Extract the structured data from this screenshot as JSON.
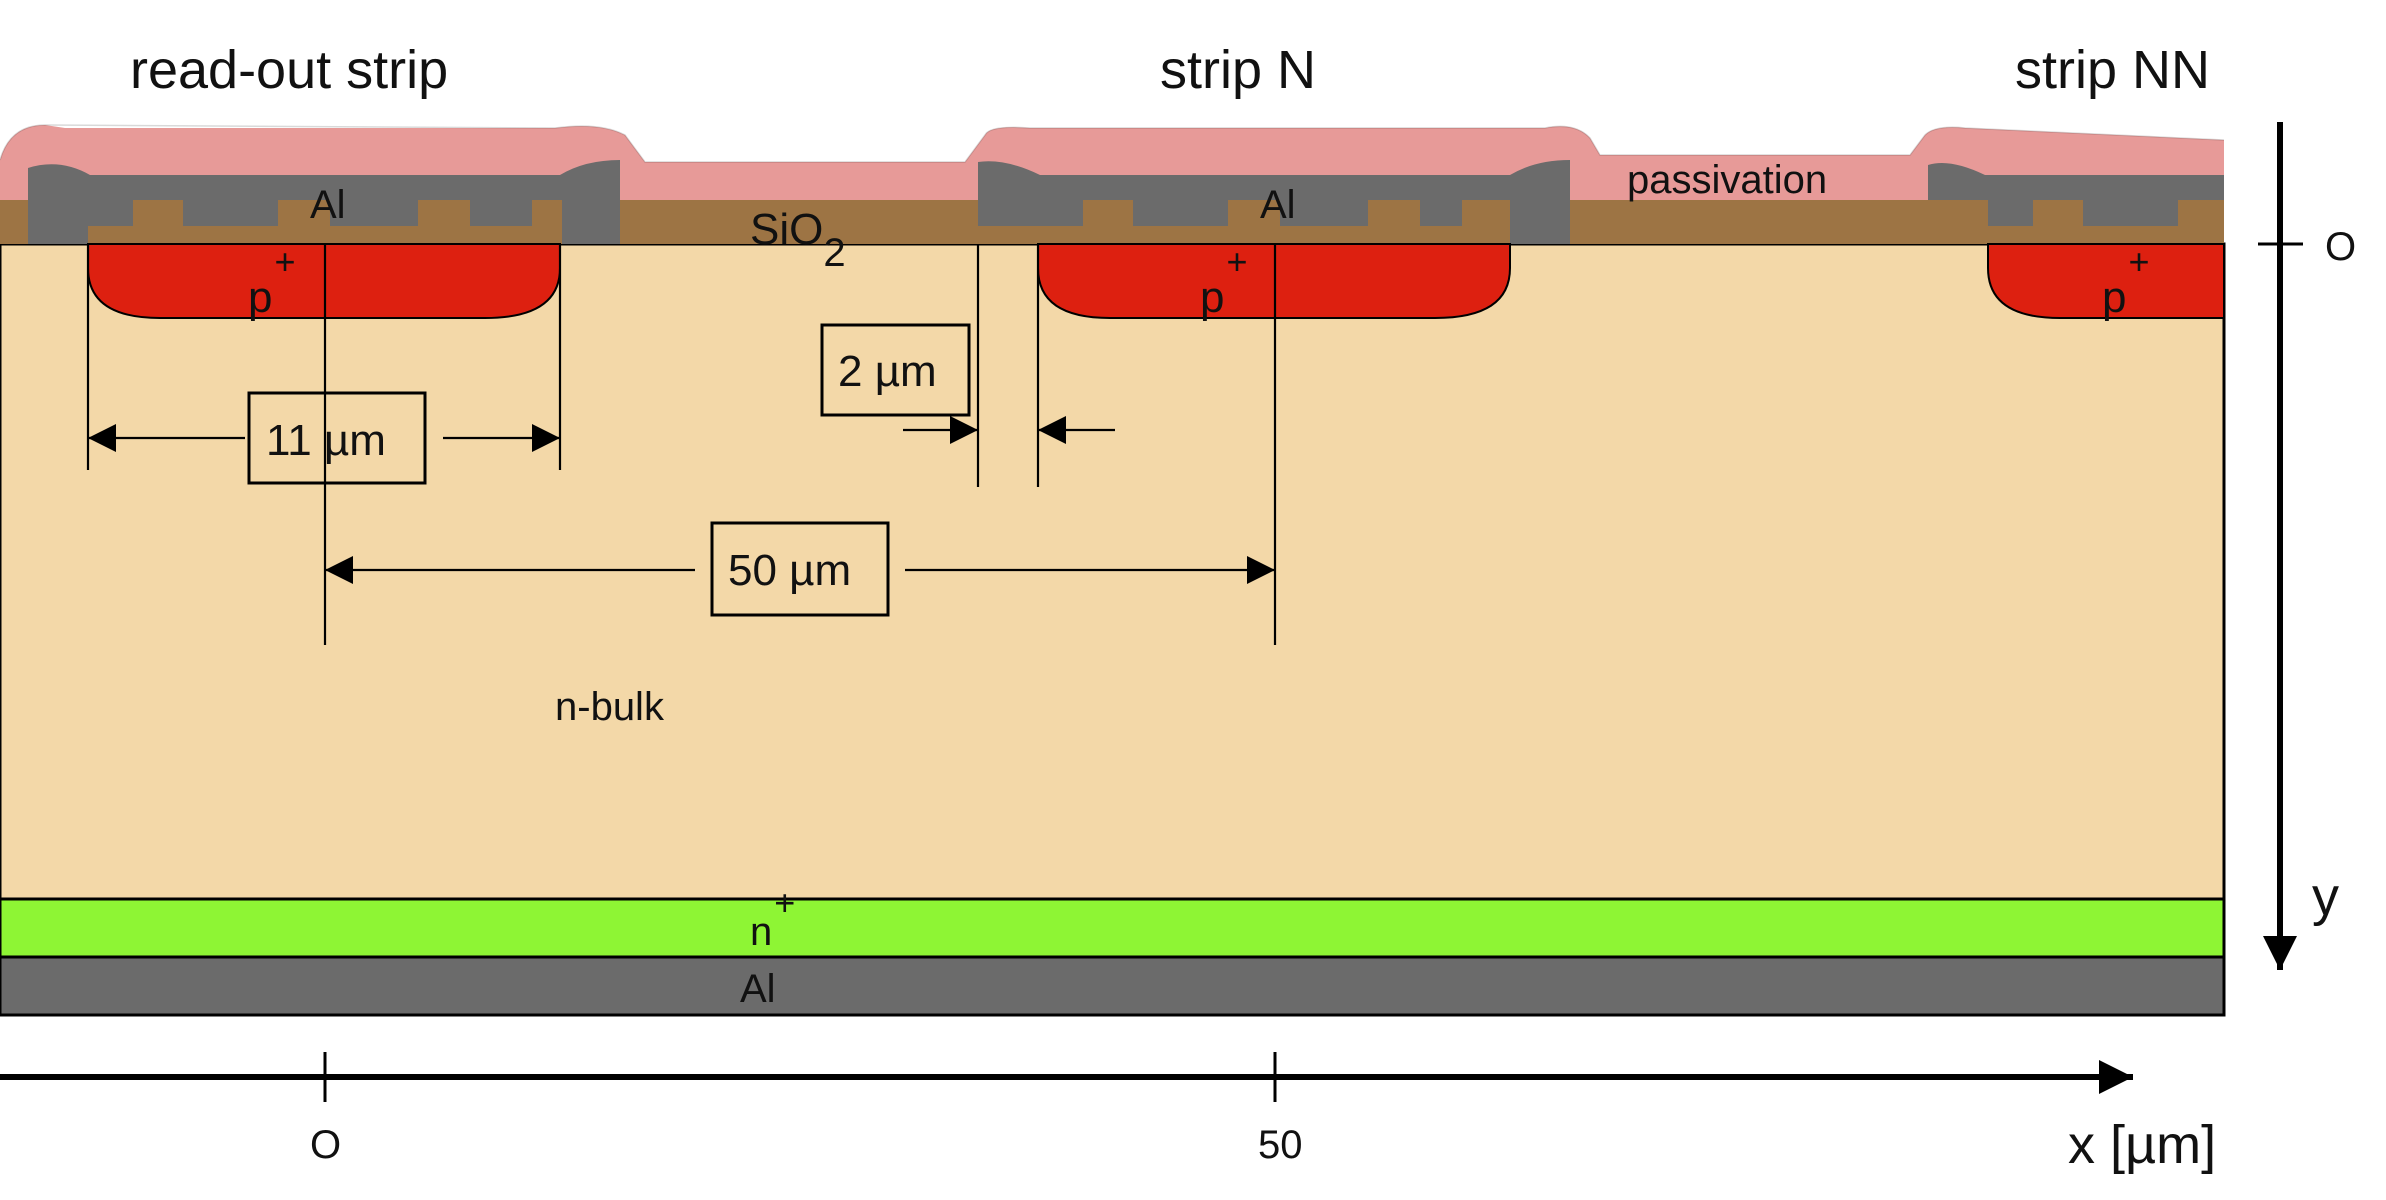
{
  "strips": {
    "readout": "read-out strip",
    "n": "strip N",
    "nn": "strip NN"
  },
  "layers": {
    "passivation": "passivation",
    "sio2": "SiO",
    "sio2_sub": "2",
    "al": "Al",
    "p_plus": "p",
    "plus": "+",
    "n_bulk": "n-bulk",
    "n_plus": "n"
  },
  "dimensions": {
    "strip_width": "11 µm",
    "gap": "2 µm",
    "pitch": "50 µm"
  },
  "axes": {
    "x_label": "x [µm]",
    "y_label": "y",
    "origin": "O",
    "x_ticks": [
      "O",
      "50"
    ],
    "y_origin": "O"
  },
  "colors": {
    "bulk": "#f3d8a8",
    "p_plus": "#dd2010",
    "n_plus": "#8ef534",
    "aluminium": "#6b6b6b",
    "oxide": "#9d7444",
    "passivation": "#e79a98"
  }
}
